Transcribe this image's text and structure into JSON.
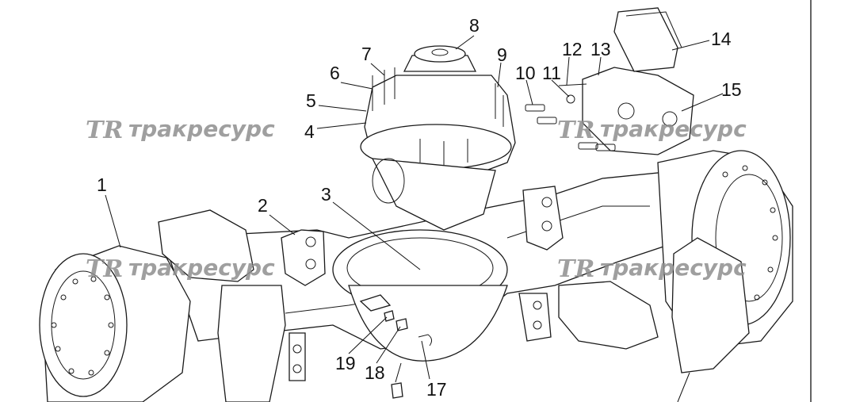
{
  "diagram": {
    "callouts": [
      {
        "id": "c1",
        "label": "1"
      },
      {
        "id": "c2",
        "label": "2"
      },
      {
        "id": "c3",
        "label": "3"
      },
      {
        "id": "c4",
        "label": "4"
      },
      {
        "id": "c5",
        "label": "5"
      },
      {
        "id": "c6",
        "label": "6"
      },
      {
        "id": "c7",
        "label": "7"
      },
      {
        "id": "c8",
        "label": "8"
      },
      {
        "id": "c9",
        "label": "9"
      },
      {
        "id": "c10",
        "label": "10"
      },
      {
        "id": "c11",
        "label": "11"
      },
      {
        "id": "c12",
        "label": "12"
      },
      {
        "id": "c13",
        "label": "13"
      },
      {
        "id": "c14",
        "label": "14"
      },
      {
        "id": "c15",
        "label": "15"
      },
      {
        "id": "c17",
        "label": "17"
      },
      {
        "id": "c18",
        "label": "18"
      },
      {
        "id": "c19",
        "label": "19"
      }
    ],
    "watermark": {
      "logo": "TR",
      "text": "тракресурс"
    }
  }
}
